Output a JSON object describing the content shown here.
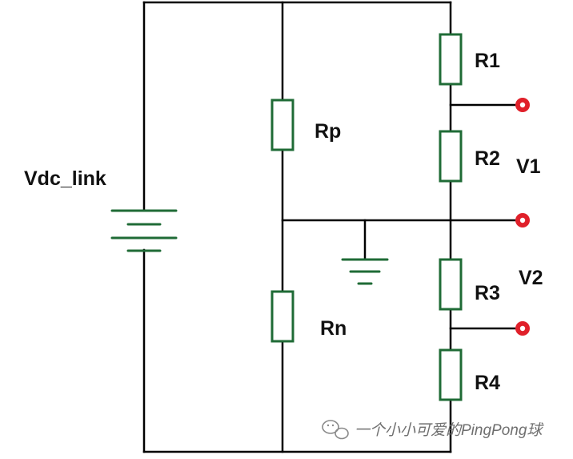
{
  "labels": {
    "vdc": "Vdc_link",
    "rp": "Rp",
    "rn": "Rn",
    "r1": "R1",
    "r2": "R2",
    "r3": "R3",
    "r4": "R4",
    "v1": "V1",
    "v2": "V2"
  },
  "watermark": {
    "text": "一个小小可爱的PingPong球"
  },
  "colors": {
    "wire": "#000000",
    "component": "#1f6b36",
    "terminal": "#e0202a",
    "background": "#ffffff"
  }
}
